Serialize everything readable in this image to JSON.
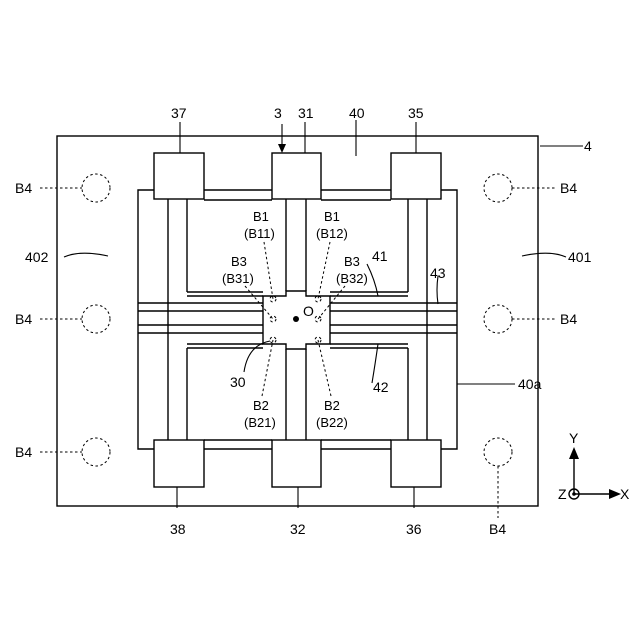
{
  "labels": {
    "ref_4": "4",
    "ref_3": "3",
    "ref_31": "31",
    "ref_32": "32",
    "ref_35": "35",
    "ref_36": "36",
    "ref_37": "37",
    "ref_38": "38",
    "ref_40": "40",
    "ref_40a": "40a",
    "ref_401": "401",
    "ref_402": "402",
    "ref_41": "41",
    "ref_42": "42",
    "ref_43": "43",
    "ref_30": "30",
    "origin": "O",
    "b1_left": "B1",
    "b11": "(B11)",
    "b1_right": "B1",
    "b12": "(B12)",
    "b3_left": "B3",
    "b31": "(B31)",
    "b3_right": "B3",
    "b32": "(B32)",
    "b2_left": "B2",
    "b21": "(B21)",
    "b2_right": "B2",
    "b22": "(B22)",
    "b4_tl": "B4",
    "b4_ml": "B4",
    "b4_bl": "B4",
    "b4_tr": "B4",
    "b4_mr": "B4",
    "b4_br": "B4"
  },
  "axes": {
    "y": "Y",
    "x": "X",
    "z": "Z"
  }
}
